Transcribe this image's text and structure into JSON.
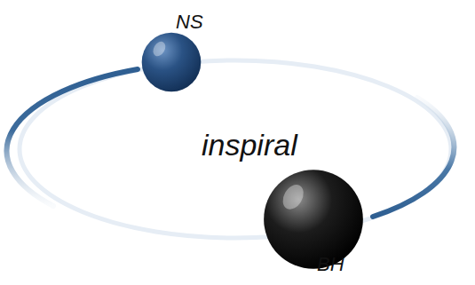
{
  "diagram": {
    "nodes": [
      {
        "text": [
          "NS"
        ]
      },
      {
        "text": [
          "BH"
        ]
      }
    ],
    "labels": [
      "inspiral"
    ]
  }
}
